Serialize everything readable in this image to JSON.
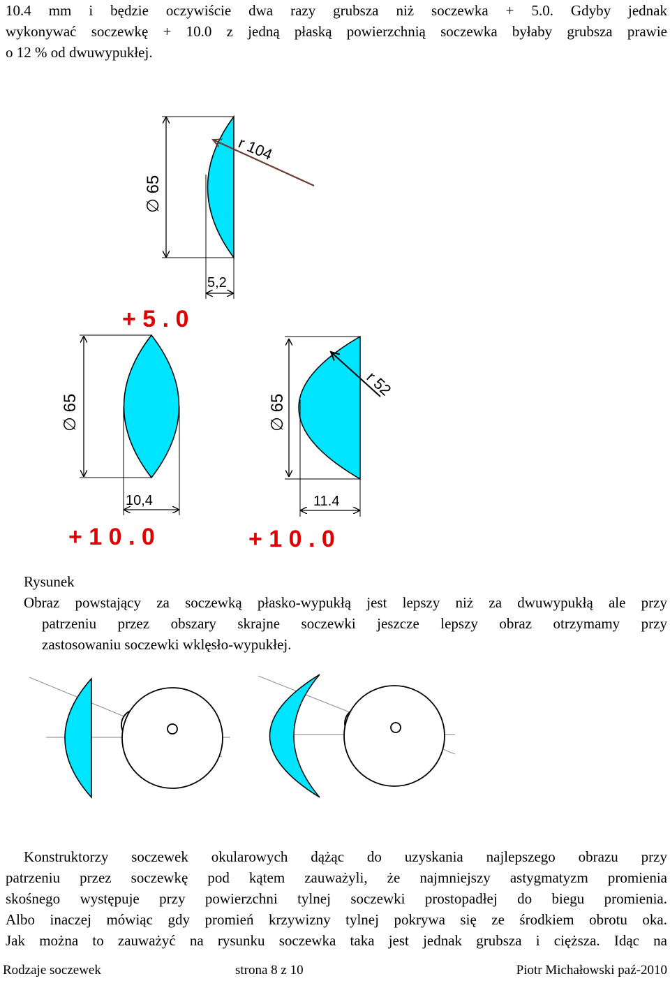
{
  "intro": {
    "lines": [
      "10.4 mm i będzie oczywiście dwa razy grubsza niż soczewka + 5.0. Gdyby jednak",
      "wykonywać soczewkę + 10.0 z jedną płaską powierzchnią soczewka byłaby grubsza prawie",
      "o 12 % od dwuwypukłej."
    ]
  },
  "figure1": {
    "lens_color": "#00e5ff",
    "radius_line_color": "#6b3a32",
    "power_label_color": "#e00000",
    "top_lens": {
      "diameter_label": "∅ 65",
      "radius_label": "r 104",
      "thickness_label": "5,2",
      "power_label": "+ 5 . 0"
    },
    "biconvex_lens": {
      "diameter_label": "∅ 65",
      "thickness_label": "10,4",
      "power_label": "+ 1 0 . 0"
    },
    "planoconvex_lens": {
      "diameter_label": "∅ 65",
      "radius_label": "r 52",
      "thickness_label": "11.4",
      "power_label": "+ 1 0 . 0"
    }
  },
  "caption": "Rysunek",
  "body1": {
    "lines": [
      "Obraz powstający za soczewką płasko-wypukłą jest lepszy niż za dwuwypukłą ale przy",
      "patrzeniu przez obszary skrajne soczewki jeszcze lepszy obraz otrzymamy przy",
      "zastosowaniu soczewki wklęsło-wypukłej."
    ]
  },
  "body2": {
    "lines": [
      "Konstruktorzy soczewek okularowych dążąc do uzyskania najlepszego obrazu przy",
      "patrzeniu przez soczewkę pod kątem zauważyli, że najmniejszy astygmatyzm promienia",
      "skośnego występuje przy powierzchni tylnej soczewki prostopadłej do biegu promienia.",
      "Albo inaczej mówiąc gdy promień krzywizny tylnej pokrywa się ze środkiem obrotu oka.",
      "Jak można to  zauważyć na rysunku soczewka taka jest jednak grubsza i cięższa. Idąc na"
    ]
  },
  "footer": {
    "left": "Rodzaje soczewek",
    "center": "strona 8 z 10",
    "right": "Piotr Michałowski  paź-2010"
  }
}
